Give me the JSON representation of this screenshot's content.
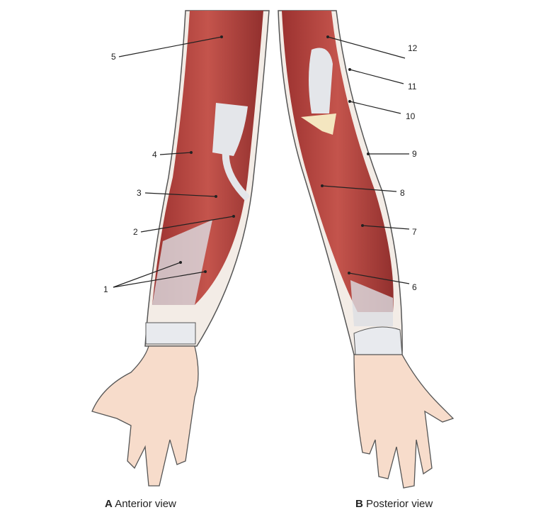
{
  "colors": {
    "muscle": "#b8443f",
    "muscle_dark": "#8f2b2a",
    "tendon": "#e4e6ea",
    "skin": "#f7dccb",
    "outline": "#555555"
  },
  "anterior": {
    "caption_letter": "A",
    "caption_text": "Anterior view",
    "labels": [
      "1",
      "2",
      "3",
      "4",
      "5"
    ]
  },
  "posterior": {
    "caption_letter": "B",
    "caption_text": "Posterior view",
    "labels": [
      "6",
      "7",
      "8",
      "9",
      "10",
      "11",
      "12"
    ]
  }
}
